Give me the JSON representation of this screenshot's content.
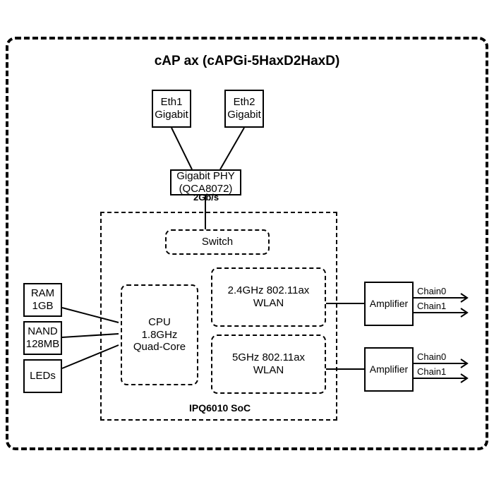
{
  "diagram": {
    "title": "cAP ax (cAPGi-5HaxD2HaxD)",
    "outer_frame_name": "device-boundary",
    "soc_label": "IPQ6010 SoC",
    "link_speed_label": "2Gb/s"
  },
  "blocks": {
    "eth1": {
      "line1": "Eth1",
      "line2": "Gigabit"
    },
    "eth2": {
      "line1": "Eth2",
      "line2": "Gigabit"
    },
    "phy": {
      "line1": "Gigabit PHY",
      "line2": "(QCA8072)"
    },
    "switch": {
      "line1": "Switch"
    },
    "cpu": {
      "line1": "CPU",
      "line2": "1.8GHz",
      "line3": "Quad-Core"
    },
    "wlan24": {
      "line1": "2.4GHz 802.11ax",
      "line2": "WLAN"
    },
    "wlan5": {
      "line1": "5GHz 802.11ax",
      "line2": "WLAN"
    },
    "ram": {
      "line1": "RAM",
      "line2": "1GB"
    },
    "nand": {
      "line1": "NAND",
      "line2": "128MB"
    },
    "leds": {
      "line1": "LEDs"
    },
    "amp_top": {
      "line1": "Amplifier"
    },
    "amp_bottom": {
      "line1": "Amplifier"
    }
  },
  "chains": {
    "top_chain0": "Chain0",
    "top_chain1": "Chain1",
    "bottom_chain0": "Chain0",
    "bottom_chain1": "Chain1"
  },
  "colors": {
    "stroke": "#000000",
    "background": "#ffffff"
  }
}
